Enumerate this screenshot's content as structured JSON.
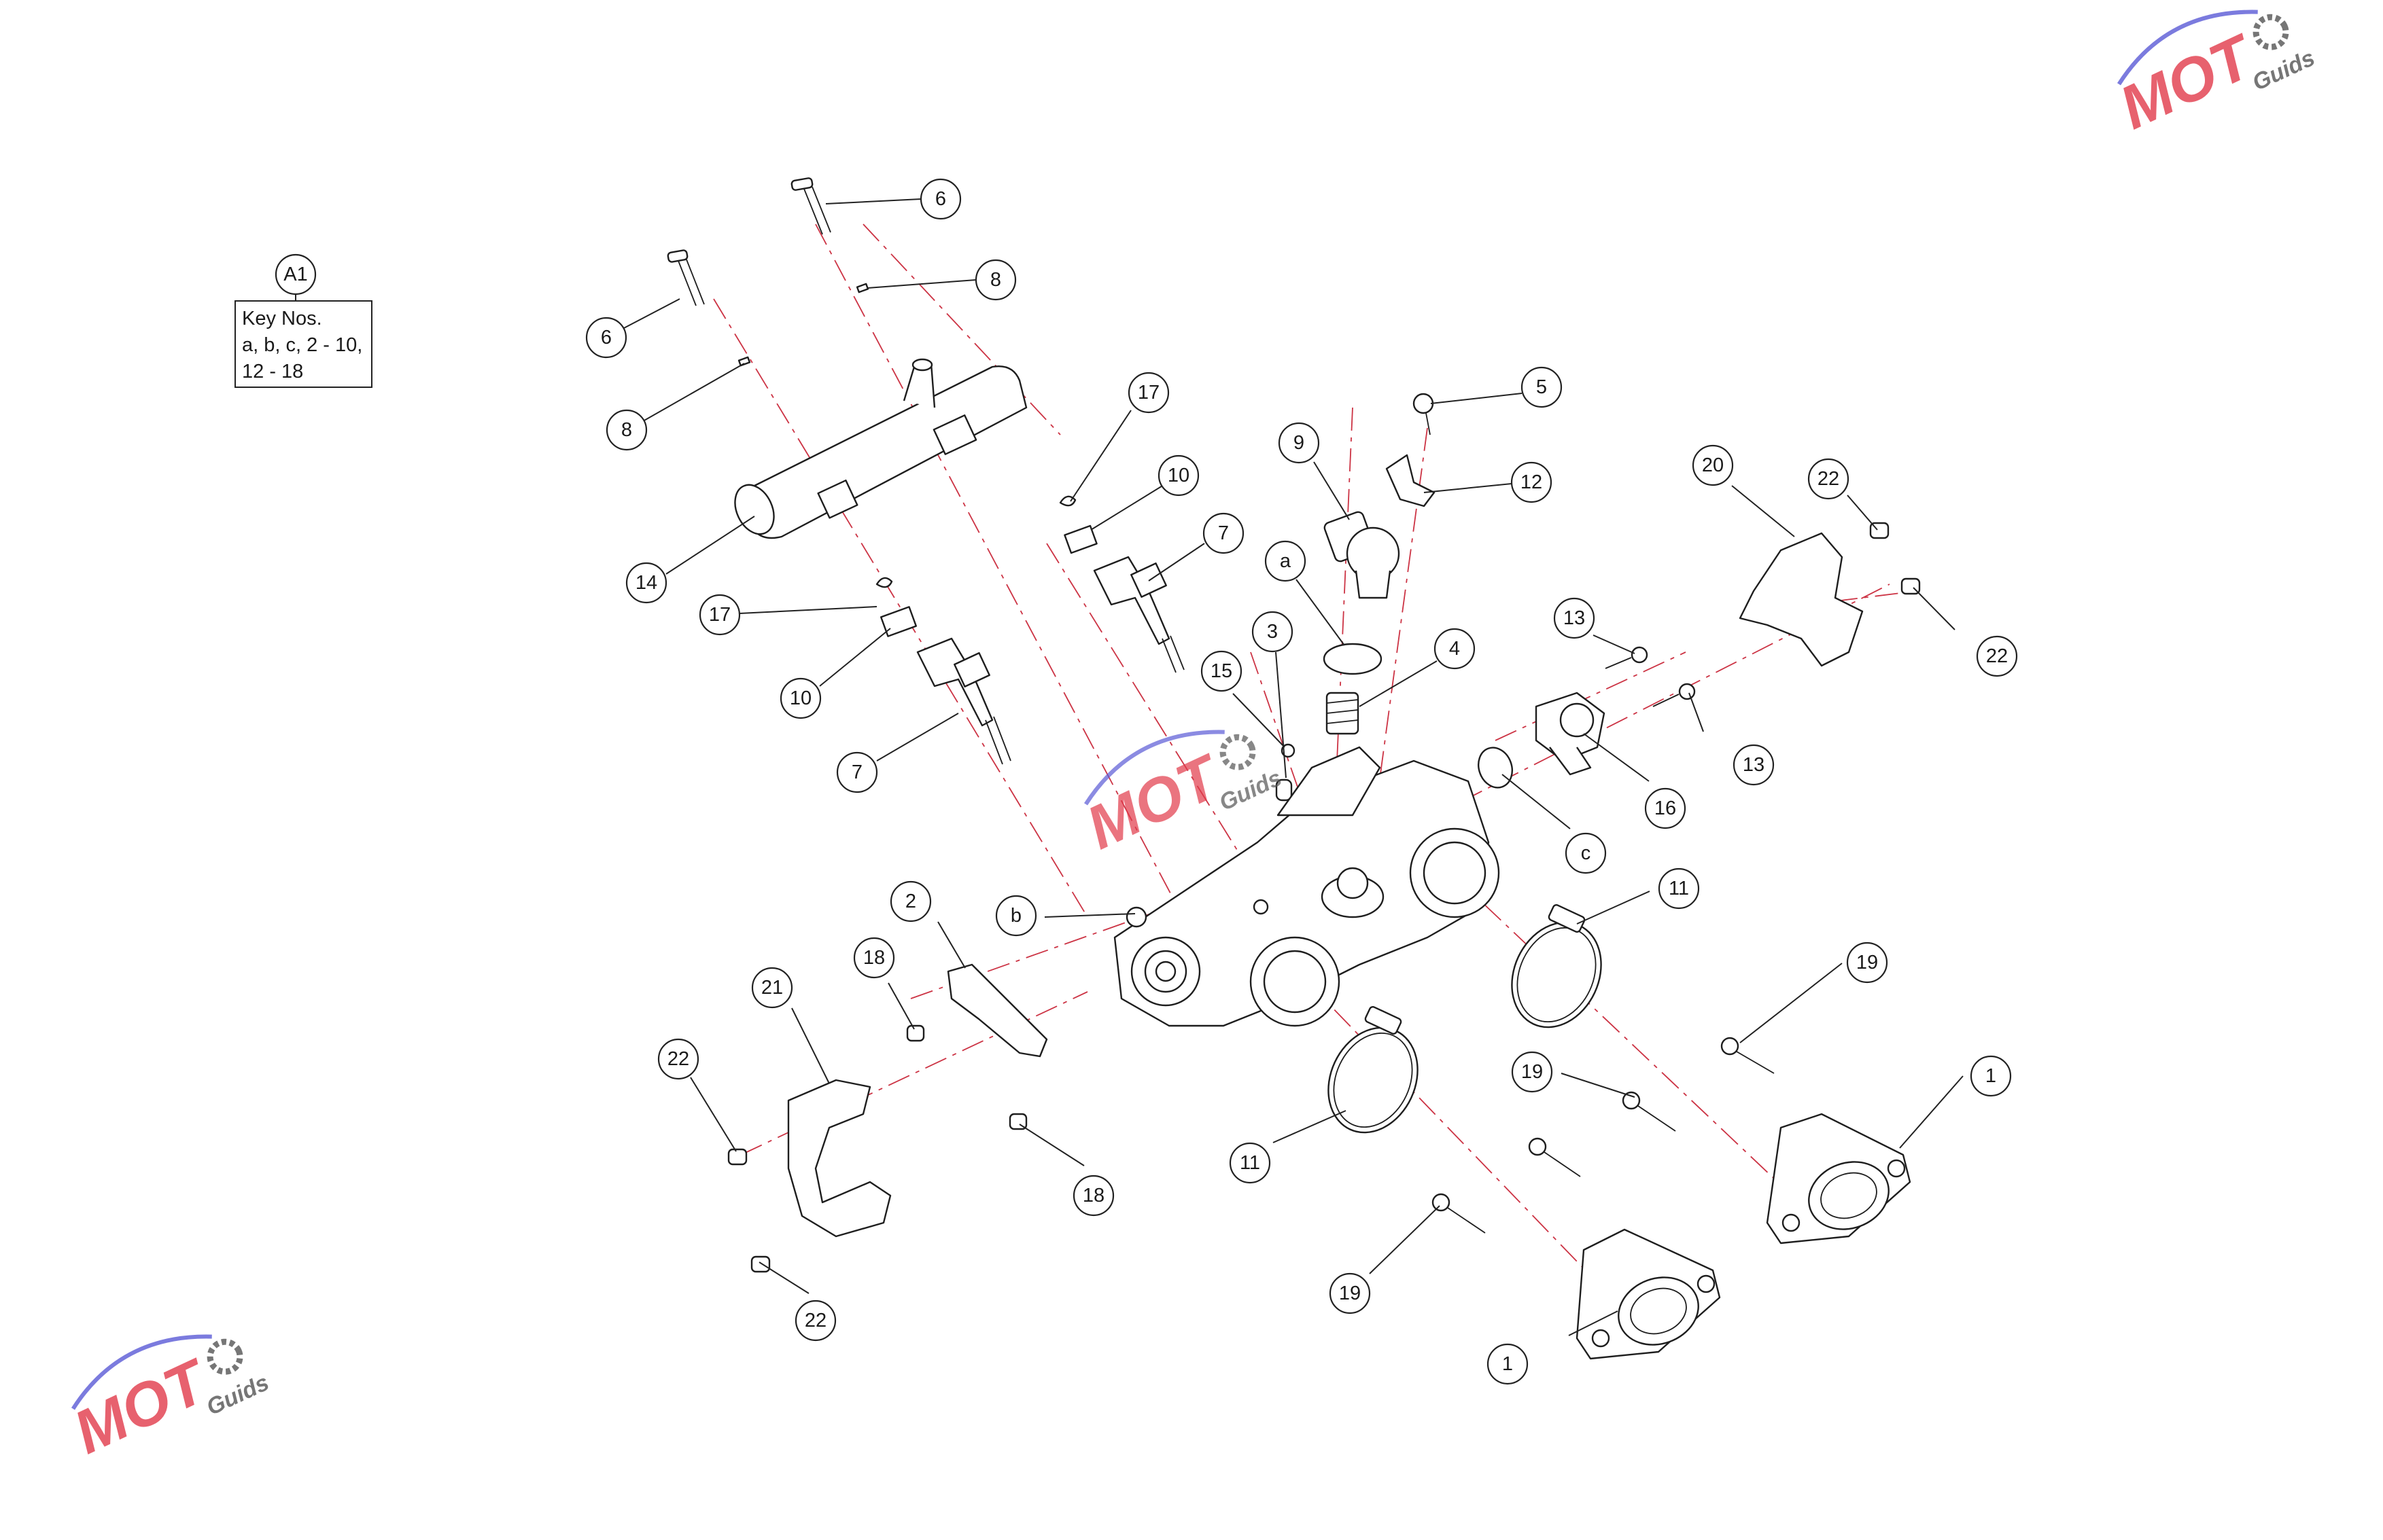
{
  "key_box": {
    "badge": "A1",
    "lines": [
      "Key Nos.",
      "a, b, c, 2 - 10,",
      "12 - 18"
    ]
  },
  "callouts": [
    {
      "id": "c6a",
      "label": "6"
    },
    {
      "id": "c6b",
      "label": "6"
    },
    {
      "id": "c8a",
      "label": "8"
    },
    {
      "id": "c8b",
      "label": "8"
    },
    {
      "id": "c14",
      "label": "14"
    },
    {
      "id": "c17a",
      "label": "17"
    },
    {
      "id": "c10a",
      "label": "10"
    },
    {
      "id": "c7a",
      "label": "7"
    },
    {
      "id": "c17b",
      "label": "17"
    },
    {
      "id": "c10b",
      "label": "10"
    },
    {
      "id": "c7b",
      "label": "7"
    },
    {
      "id": "c9",
      "label": "9"
    },
    {
      "id": "c5",
      "label": "5"
    },
    {
      "id": "c12",
      "label": "12"
    },
    {
      "id": "ca",
      "label": "a"
    },
    {
      "id": "c3",
      "label": "3"
    },
    {
      "id": "c15",
      "label": "15"
    },
    {
      "id": "c4",
      "label": "4"
    },
    {
      "id": "c20",
      "label": "20"
    },
    {
      "id": "c22a",
      "label": "22"
    },
    {
      "id": "c22b",
      "label": "22"
    },
    {
      "id": "c13a",
      "label": "13"
    },
    {
      "id": "c13b",
      "label": "13"
    },
    {
      "id": "c16",
      "label": "16"
    },
    {
      "id": "cc",
      "label": "c"
    },
    {
      "id": "cb",
      "label": "b"
    },
    {
      "id": "c2",
      "label": "2"
    },
    {
      "id": "c18a",
      "label": "18"
    },
    {
      "id": "c18b",
      "label": "18"
    },
    {
      "id": "c21",
      "label": "21"
    },
    {
      "id": "c22c",
      "label": "22"
    },
    {
      "id": "c22d",
      "label": "22"
    },
    {
      "id": "c11a",
      "label": "11"
    },
    {
      "id": "c11b",
      "label": "11"
    },
    {
      "id": "c19a",
      "label": "19"
    },
    {
      "id": "c19b",
      "label": "19"
    },
    {
      "id": "c19c",
      "label": "19"
    },
    {
      "id": "c1a",
      "label": "1"
    },
    {
      "id": "c1b",
      "label": "1"
    }
  ],
  "watermark": {
    "word": "MOT",
    "sub": "Guids",
    "colors": {
      "red": "#e23a4a",
      "blue": "#5b5bd6",
      "grey": "#555555"
    }
  }
}
